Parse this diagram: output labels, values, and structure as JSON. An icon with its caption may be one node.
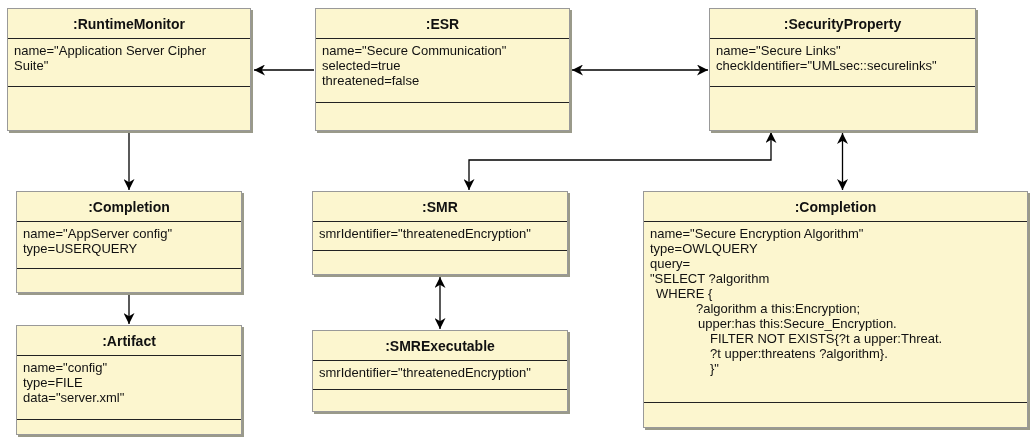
{
  "diagram": {
    "nodes": [
      {
        "text": [
          ":RuntimeMonitor",
          "name=\"Application Server Cipher Suite\""
        ]
      },
      {
        "text": [
          ":ESR",
          "name=\"Secure Communication\"",
          "selected=true",
          "threatened=false"
        ]
      },
      {
        "text": [
          ":SecurityProperty",
          "name=\"Secure Links\"",
          "checkIdentifier=\"UMLsec::securelinks\""
        ]
      },
      {
        "text": [
          ":Completion",
          "name=\"AppServer config\"",
          "type=USERQUERY"
        ]
      },
      {
        "text": [
          ":SMR",
          "smrIdentifier=\"threatenedEncryption\""
        ]
      },
      {
        "text": [
          ":Completion",
          "name=\"Secure Encryption Algorithm\"",
          "type=OWLQUERY",
          "query=",
          "\"SELECT ?algorithm",
          "WHERE {",
          "?algorithm a this:Encryption;",
          "upper:has this:Secure_Encryption.",
          "FILTER NOT EXISTS{?t a upper:Threat.",
          "?t upper:threatens ?algorithm}.",
          "}\""
        ]
      },
      {
        "text": [
          ":Artifact",
          "name=\"config\"",
          "type=FILE",
          "data=\"server.xml\""
        ]
      },
      {
        "text": [
          ":SMRExecutable",
          "smrIdentifier=\"threatenedEncryption\""
        ]
      }
    ],
    "edges": [
      {
        "from": 1,
        "to": 0,
        "arrow": "to"
      },
      {
        "from": 1,
        "to": 2,
        "arrow": "both"
      },
      {
        "from": 0,
        "to": 3,
        "arrow": "to"
      },
      {
        "from": 3,
        "to": 6,
        "arrow": "to"
      },
      {
        "from": 2,
        "to": 4,
        "arrow": "both"
      },
      {
        "from": 2,
        "to": 5,
        "arrow": "both"
      },
      {
        "from": 4,
        "to": 7,
        "arrow": "both"
      }
    ]
  }
}
